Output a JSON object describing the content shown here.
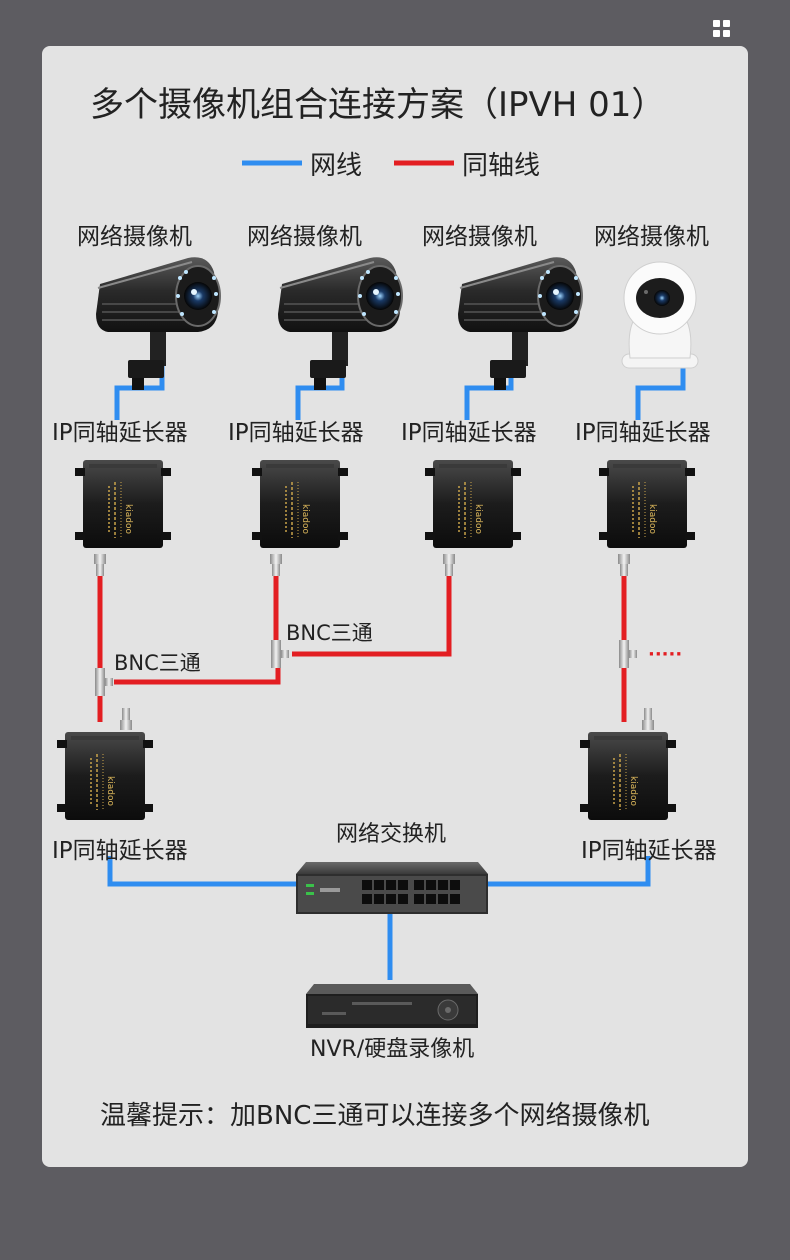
{
  "title": "多个摄像机组合连接方案（IPVH 01）",
  "legend": [
    {
      "label": "网线",
      "color": "#2f8df0"
    },
    {
      "label": "同轴线",
      "color": "#e31e22"
    }
  ],
  "cameras": [
    {
      "label": "网络摄像机",
      "type": "bullet-camera"
    },
    {
      "label": "网络摄像机",
      "type": "bullet-camera"
    },
    {
      "label": "网络摄像机",
      "type": "bullet-camera"
    },
    {
      "label": "网络摄像机",
      "type": "dome-camera"
    }
  ],
  "top_extenders": [
    {
      "label": "IP同轴延长器"
    },
    {
      "label": "IP同轴延长器"
    },
    {
      "label": "IP同轴延长器"
    },
    {
      "label": "IP同轴延长器"
    }
  ],
  "device_brand": "kiadoo",
  "bnc_tees": [
    {
      "label": "BNC三通"
    },
    {
      "label": "BNC三通"
    }
  ],
  "continuation": "·····",
  "bottom_extenders": [
    {
      "label": "IP同轴延长器"
    },
    {
      "label": "IP同轴延长器"
    }
  ],
  "switch": {
    "label": "网络交换机"
  },
  "nvr": {
    "label": "NVR/硬盘录像机"
  },
  "tip": "温馨提示：加BNC三通可以连接多个网络摄像机",
  "colors": {
    "network": "#2f8df0",
    "coax": "#e31e22",
    "card_bg": "#e3e3e3",
    "page_bg": "#5d5c61"
  }
}
